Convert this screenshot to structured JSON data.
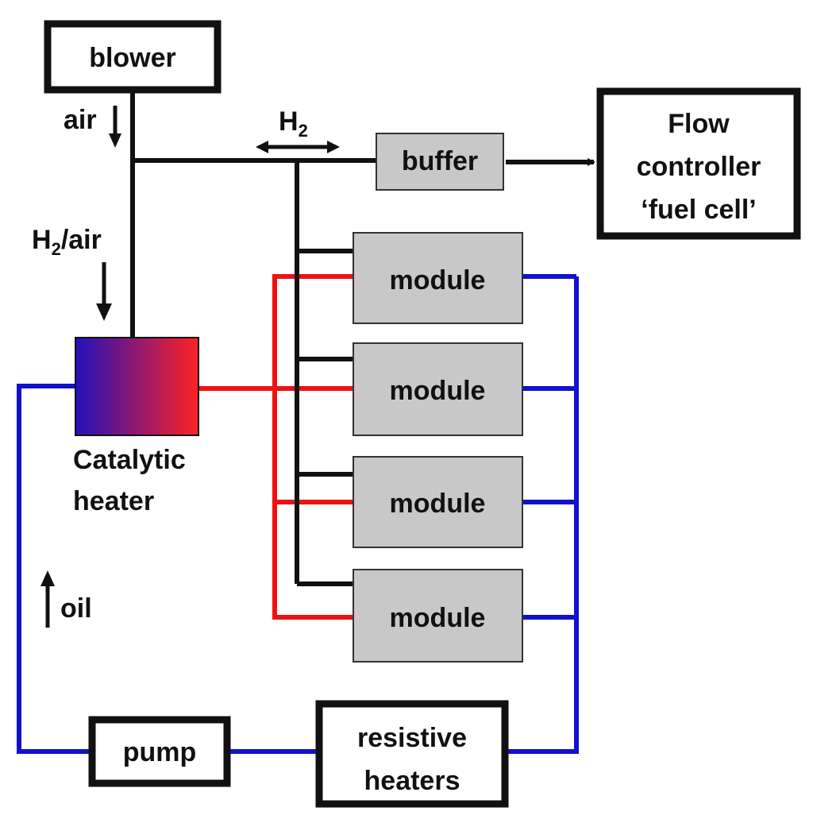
{
  "diagram": {
    "boxes": {
      "blower": "blower",
      "buffer": "buffer",
      "flow_controller": [
        "Flow",
        "controller",
        "‘fuel cell’"
      ],
      "modules": [
        "module",
        "module",
        "module",
        "module"
      ],
      "catalytic_heater": [
        "Catalytic",
        "heater"
      ],
      "pump": "pump",
      "resistive_heaters": [
        "resistive",
        "heaters"
      ]
    },
    "flow_labels": {
      "air": "air",
      "h2": "H",
      "h2_sub": "2",
      "h2air_h": "H",
      "h2air_sub": "2",
      "h2air_rest": "/air",
      "oil": "oil"
    },
    "colors": {
      "gas_line": "#111111",
      "hot_oil": "#ee1111",
      "cold_oil": "#1111cc",
      "module_fill": "#c8c8c8",
      "heater_gradient_start": "#2211bb",
      "heater_gradient_end": "#ff2222"
    }
  }
}
